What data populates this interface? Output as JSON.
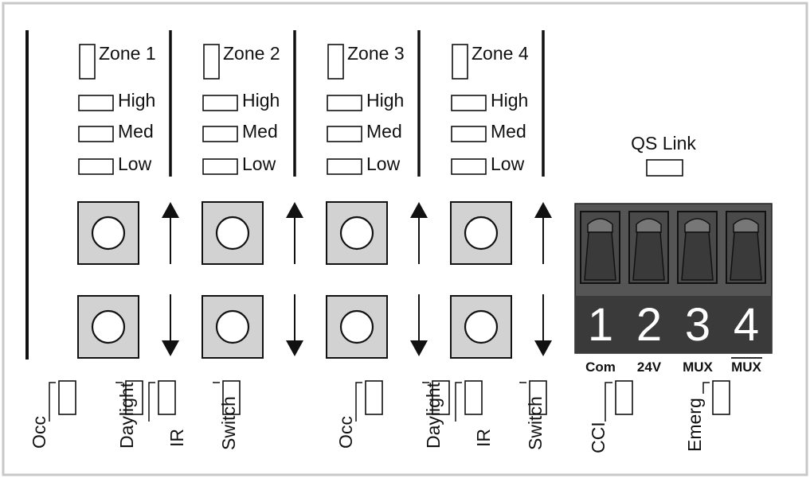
{
  "zones": [
    {
      "title": "Zone 1",
      "levels": [
        "High",
        "Med",
        "Low"
      ]
    },
    {
      "title": "Zone 2",
      "levels": [
        "High",
        "Med",
        "Low"
      ]
    },
    {
      "title": "Zone 3",
      "levels": [
        "High",
        "Med",
        "Low"
      ]
    },
    {
      "title": "Zone 4",
      "levels": [
        "High",
        "Med",
        "Low"
      ]
    }
  ],
  "qs_link_label": "QS Link",
  "terminal": {
    "numbers": [
      "1",
      "2",
      "3",
      "4"
    ],
    "labels": [
      "Com",
      "24V",
      "MUX",
      "MUX"
    ]
  },
  "sensor_groups": [
    {
      "labels": [
        "Occ",
        "Daylight",
        "IR",
        "Switch"
      ]
    },
    {
      "labels": [
        "Occ",
        "Daylight",
        "IR",
        "Switch"
      ]
    }
  ],
  "cci_label": "CCI",
  "emerg_label": "Emerg",
  "colors": {
    "frame": "#c8c8c8",
    "button_fill": "#d2d2d2",
    "terminal_body": "#555555",
    "terminal_base": "#3a3a3a",
    "line": "#111111"
  }
}
